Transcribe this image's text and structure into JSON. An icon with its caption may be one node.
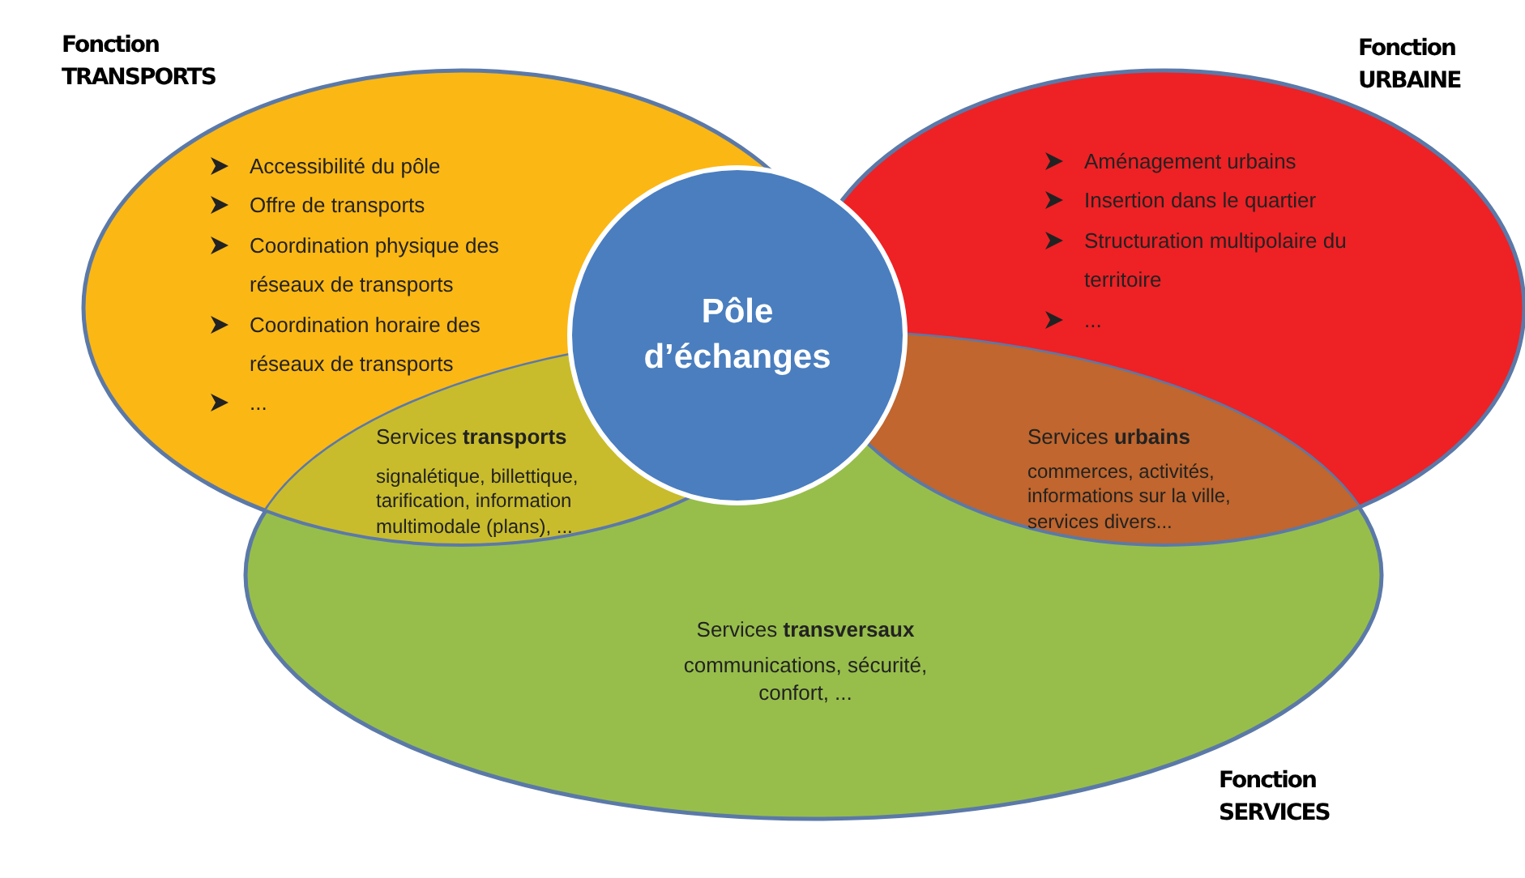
{
  "diagram": {
    "nodes": [
      {
        "text": [
          "Fonction TRANSPORTS",
          "Accessibilité du pôle",
          "Offre de transports",
          "Coordination physique des réseaux de transports",
          "Coordination horaire des réseaux de transports",
          "..."
        ]
      },
      {
        "text": [
          "Fonction URBAINE",
          "Aménagement urbains",
          "Insertion dans le quartier",
          "Structuration multipolaire du territoire",
          "..."
        ]
      },
      {
        "text": [
          "Services **transversaux**",
          "communications, sécurité, confort, ...",
          "Fonction SERVICES"
        ]
      },
      {
        "text": [
          "Pôle d’échanges"
        ]
      }
    ],
    "labels": [
      "Services **transports**",
      "signalétique, billettique, tarification, information multimodale (plans), ...",
      "Services **urbains**",
      "commerces, activités, informations sur la ville, services divers..."
    ]
  }
}
